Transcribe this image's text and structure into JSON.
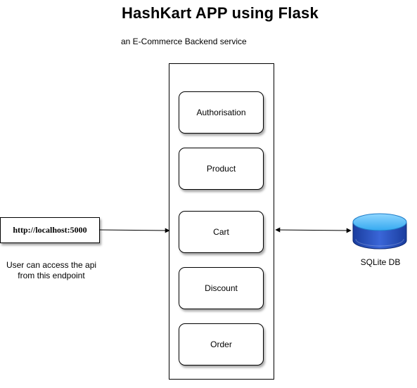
{
  "title": "HashKart APP using Flask",
  "subtitle": "an E-Commerce Backend service",
  "services": [
    {
      "label": "Authorisation"
    },
    {
      "label": "Product"
    },
    {
      "label": "Cart"
    },
    {
      "label": "Discount"
    },
    {
      "label": "Order"
    }
  ],
  "endpoint": {
    "label": "http://localhost:5000",
    "note": "User can access the api from this endpoint"
  },
  "database": {
    "label": "SQLite DB",
    "icon": "database-icon",
    "colors": {
      "top": "#35a9f0",
      "body": "#1a3d9e"
    }
  }
}
